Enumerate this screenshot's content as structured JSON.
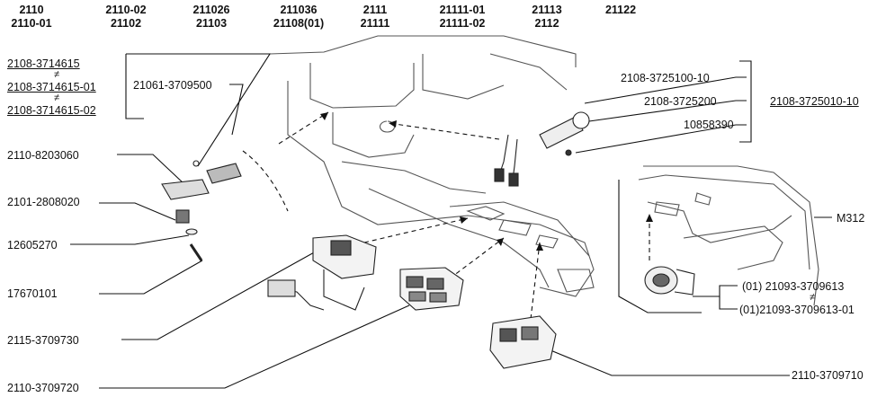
{
  "models": [
    {
      "line1": "2110",
      "line2": "2110-01"
    },
    {
      "line1": "2110-02",
      "line2": "21102"
    },
    {
      "line1": "211026",
      "line2": "21103"
    },
    {
      "line1": "211036",
      "line2": "21108(01)"
    },
    {
      "line1": "2111",
      "line2": "21111"
    },
    {
      "line1": "21111-01",
      "line2": "21111-02"
    },
    {
      "line1": "21113",
      "line2": "2112"
    },
    {
      "line1": "21122",
      "line2": ""
    }
  ],
  "left_labels": {
    "p1": "2108-3714615",
    "p2": "2108-3714615-01",
    "p3": "2108-3714615-02",
    "p4": "21061-3709500",
    "p5": "2110-8203060",
    "p6": "2101-2808020",
    "p7": "12605270",
    "p8": "17670101",
    "p9": "2115-3709730",
    "p10": "2110-3709720"
  },
  "right_labels": {
    "r1": "2108-3725100-10",
    "r2": "2108-3725200",
    "r3": "10858390",
    "r4": "2108-3725010-10",
    "r5": "M312",
    "r6": "(01)  21093-3709613",
    "r7": "(01)21093-3709613-01",
    "r8": "2110-3709710"
  },
  "tilde_symbol": "≠"
}
